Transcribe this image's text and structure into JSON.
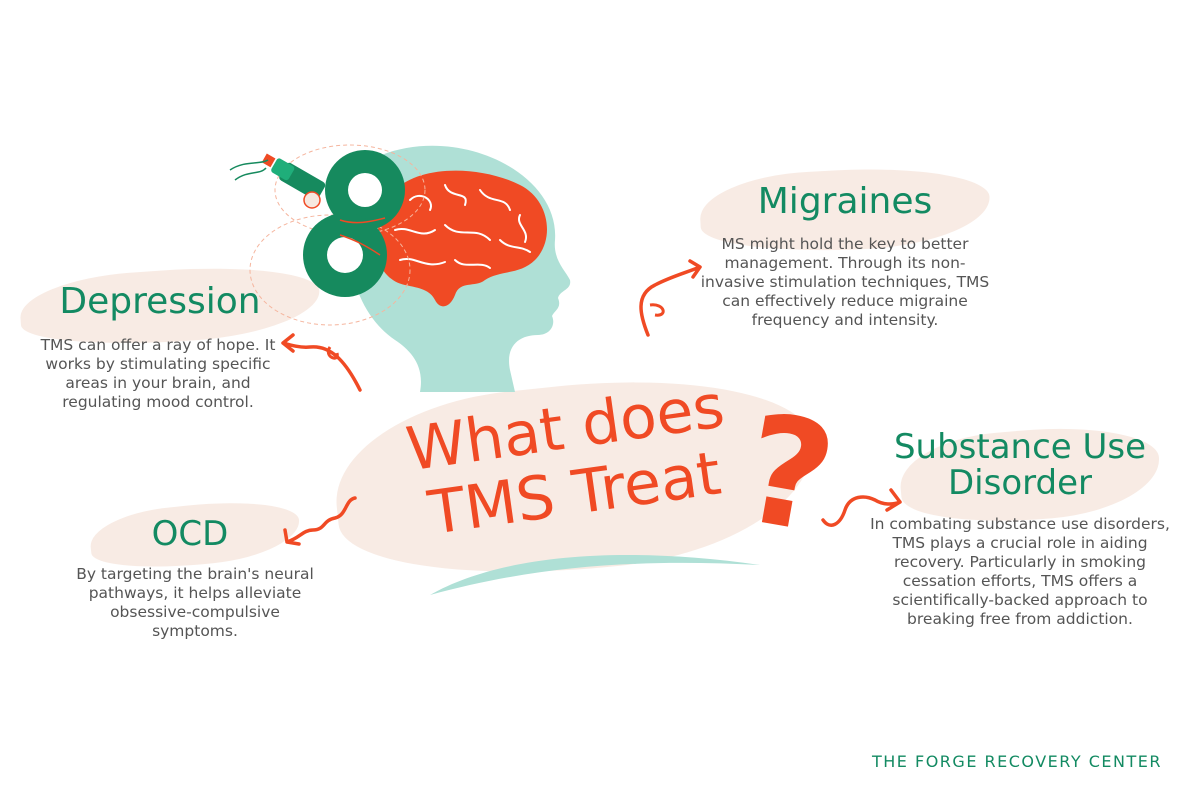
{
  "title": {
    "line1": "What does",
    "line2": "TMS Treat",
    "question_mark": "?"
  },
  "sections": {
    "depression": {
      "heading": "Depression",
      "body": "TMS can offer a ray of hope. It works by stimulating specific areas in your brain, and regulating mood control."
    },
    "migraines": {
      "heading": "Migraines",
      "body": "MS might hold the key to better management. Through its non-invasive stimulation techniques, TMS can effectively reduce migraine frequency and intensity."
    },
    "ocd": {
      "heading": "OCD",
      "body": "By targeting the brain's neural pathways, it helps alleviate obsessive-compulsive symptoms."
    },
    "substance": {
      "heading_line1": "Substance Use",
      "heading_line2": "Disorder",
      "body": "In combating substance use disorders, TMS plays a crucial role in aiding recovery. Particularly in smoking cessation efforts, TMS offers a scientifically-backed approach to breaking free from addiction."
    }
  },
  "footer": {
    "brand": "THE FORGE RECOVERY CENTER"
  },
  "illustration": {
    "icon": "head-brain-tms-coil-icon"
  },
  "colors": {
    "accent_green": "#138a62",
    "accent_orange": "#f04a24",
    "mint": "#afe0d6",
    "brush_beige": "#f7e8df",
    "text_gray": "#555555"
  }
}
